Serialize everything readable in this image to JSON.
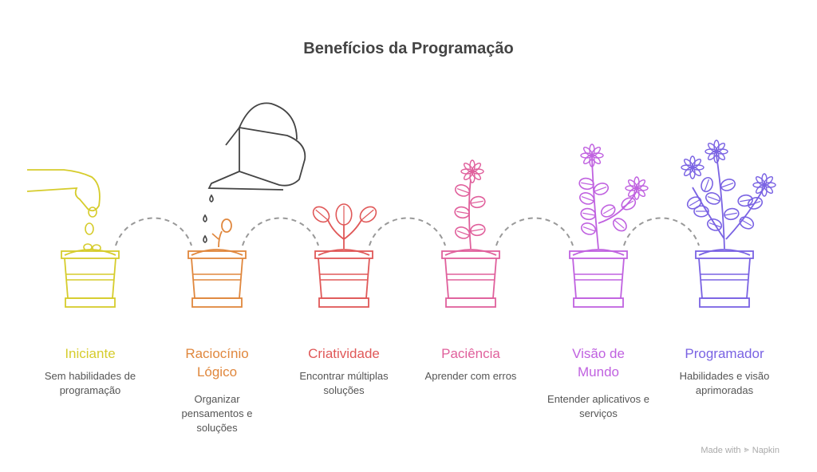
{
  "title": "Benefícios da Programação",
  "steps": [
    {
      "label": "Iniciante",
      "description": "Sem habilidades de programação",
      "color": "#d6cc2c"
    },
    {
      "label": "Raciocínio Lógico",
      "description": "Organizar pensamentos e soluções",
      "color": "#e0873d"
    },
    {
      "label": "Criatividade",
      "description": "Encontrar múltiplas soluções",
      "color": "#e05858"
    },
    {
      "label": "Paciência",
      "description": "Aprender com erros",
      "color": "#e0609c"
    },
    {
      "label": "Visão de Mundo",
      "description": "Entender aplicativos e serviços",
      "color": "#c062e0"
    },
    {
      "label": "Programador",
      "description": "Habilidades e visão aprimoradas",
      "color": "#7a63e3"
    }
  ],
  "footer": {
    "made_with": "Made with",
    "brand": "Napkin"
  }
}
